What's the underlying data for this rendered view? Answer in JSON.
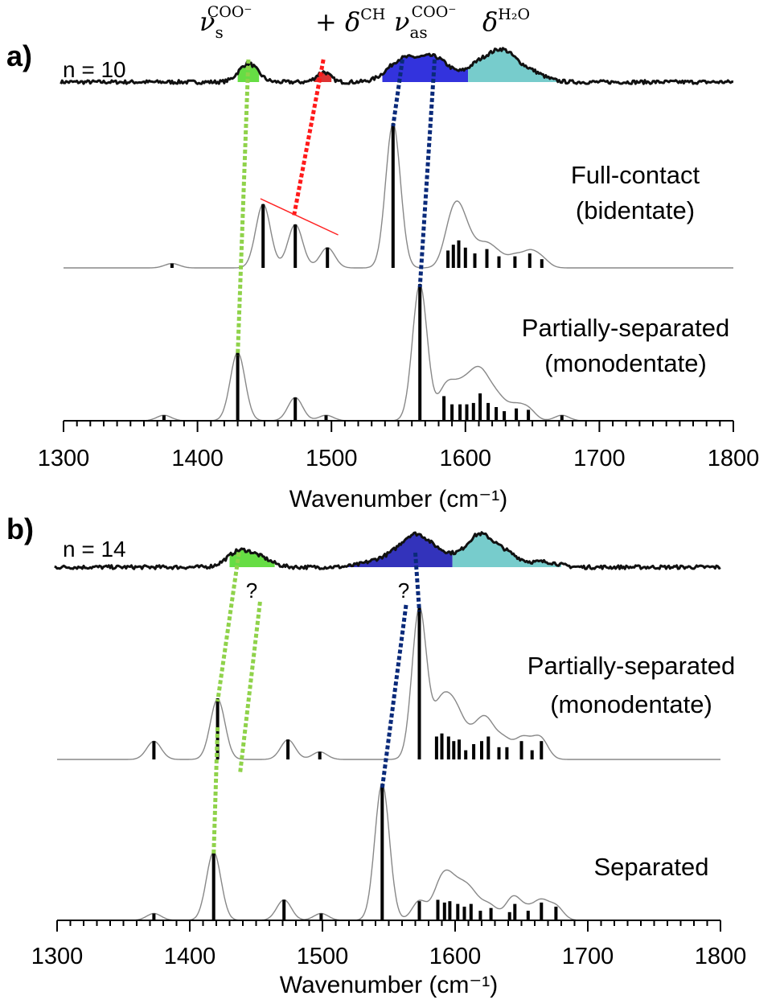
{
  "chart_data": [
    {
      "panel": "a)",
      "type": "line",
      "cluster_label": "n = 10",
      "xlabel": "Wavenumber (cm⁻¹)",
      "xlim": [
        1300,
        1800
      ],
      "xticks": [
        1300,
        1400,
        1500,
        1600,
        1700,
        1800
      ],
      "band_labels": [
        {
          "sym": "ν",
          "sub": "s",
          "sup": "COO⁻",
          "center": 1438
        },
        {
          "sym": "+ δ",
          "sub": "",
          "sup": "CH",
          "center": 1492
        },
        {
          "sym": "ν",
          "sub": "as",
          "sup": "COO⁻",
          "center": 1565
        },
        {
          "sym": "δ",
          "sub": "",
          "sup": "H₂O",
          "center": 1621
        }
      ],
      "experimental": {
        "peaks": [
          {
            "x": 1438,
            "h": 0.55,
            "w": 7
          },
          {
            "x": 1494,
            "h": 0.3,
            "w": 5
          },
          {
            "x": 1553,
            "h": 0.65,
            "w": 11
          },
          {
            "x": 1577,
            "h": 0.7,
            "w": 11
          },
          {
            "x": 1611,
            "h": 0.55,
            "w": 10
          },
          {
            "x": 1628,
            "h": 0.75,
            "w": 9
          },
          {
            "x": 1646,
            "h": 0.35,
            "w": 11
          }
        ],
        "shaded": [
          {
            "from": 1430,
            "to": 1446,
            "color": "#66dd44"
          },
          {
            "from": 1487,
            "to": 1500,
            "color": "#dd3333"
          },
          {
            "from": 1538,
            "to": 1602,
            "color": "#3333dd"
          },
          {
            "from": 1602,
            "to": 1670,
            "color": "#77cccc"
          }
        ]
      },
      "computed": [
        {
          "label_lines": [
            "Full-contact",
            "(bidentate)"
          ],
          "sticks": [
            [
              1381,
              0.03
            ],
            [
              1449,
              0.44
            ],
            [
              1473,
              0.3
            ],
            [
              1497,
              0.14
            ],
            [
              1546,
              1.0
            ],
            [
              1587,
              0.12
            ],
            [
              1591,
              0.16
            ],
            [
              1595,
              0.19
            ],
            [
              1600,
              0.14
            ],
            [
              1607,
              0.1
            ],
            [
              1616,
              0.13
            ],
            [
              1625,
              0.08
            ],
            [
              1637,
              0.08
            ],
            [
              1648,
              0.1
            ],
            [
              1657,
              0.06
            ]
          ]
        },
        {
          "label_lines": [
            "Partially-separated",
            "(monodentate)"
          ],
          "sticks": [
            [
              1375,
              0.04
            ],
            [
              1430,
              0.5
            ],
            [
              1473,
              0.17
            ],
            [
              1496,
              0.04
            ],
            [
              1566,
              1.0
            ],
            [
              1584,
              0.18
            ],
            [
              1590,
              0.12
            ],
            [
              1596,
              0.12
            ],
            [
              1601,
              0.12
            ],
            [
              1606,
              0.13
            ],
            [
              1611,
              0.2
            ],
            [
              1617,
              0.13
            ],
            [
              1623,
              0.1
            ],
            [
              1629,
              0.07
            ],
            [
              1638,
              0.09
            ],
            [
              1647,
              0.08
            ],
            [
              1672,
              0.04
            ]
          ]
        }
      ],
      "correlations": [
        {
          "color": "#8fd24a",
          "from": 1438,
          "to": 1430
        },
        {
          "color": "#ff1a1a",
          "from": 1494,
          "to": 1472
        },
        {
          "color": "#0a2a7a",
          "from": 1553,
          "to": 1546
        },
        {
          "color": "#0a2a7a",
          "from": 1577,
          "to": 1566
        }
      ]
    },
    {
      "panel": "b)",
      "type": "line",
      "cluster_label": "n = 14",
      "xlabel": "Wavenumber (cm⁻¹)",
      "xlim": [
        1300,
        1800
      ],
      "xticks": [
        1300,
        1400,
        1500,
        1600,
        1700,
        1800
      ],
      "question_marks": [
        "?",
        "?"
      ],
      "experimental": {
        "peaks": [
          {
            "x": 1437,
            "h": 0.45,
            "w": 9
          },
          {
            "x": 1453,
            "h": 0.25,
            "w": 9
          },
          {
            "x": 1548,
            "h": 0.25,
            "w": 14
          },
          {
            "x": 1570,
            "h": 0.85,
            "w": 11
          },
          {
            "x": 1592,
            "h": 0.35,
            "w": 12
          },
          {
            "x": 1617,
            "h": 0.75,
            "w": 9
          },
          {
            "x": 1634,
            "h": 0.5,
            "w": 12
          },
          {
            "x": 1668,
            "h": 0.15,
            "w": 10
          }
        ],
        "shaded": [
          {
            "from": 1430,
            "to": 1464,
            "color": "#66dd44"
          },
          {
            "from": 1512,
            "to": 1598,
            "color": "#3333bb"
          },
          {
            "from": 1598,
            "to": 1680,
            "color": "#77cccc"
          }
        ]
      },
      "computed": [
        {
          "label_lines": [
            "Partially-separated",
            "(monodentate)"
          ],
          "sticks": [
            [
              1373,
              0.12
            ],
            [
              1421,
              0.4
            ],
            [
              1474,
              0.13
            ],
            [
              1498,
              0.05
            ],
            [
              1573,
              1.0
            ],
            [
              1586,
              0.15
            ],
            [
              1590,
              0.17
            ],
            [
              1595,
              0.15
            ],
            [
              1599,
              0.12
            ],
            [
              1603,
              0.13
            ],
            [
              1608,
              0.06
            ],
            [
              1614,
              0.1
            ],
            [
              1620,
              0.12
            ],
            [
              1625,
              0.15
            ],
            [
              1633,
              0.08
            ],
            [
              1639,
              0.08
            ],
            [
              1650,
              0.12
            ],
            [
              1658,
              0.06
            ],
            [
              1665,
              0.12
            ]
          ]
        },
        {
          "label_lines": [
            "Separated"
          ],
          "sticks": [
            [
              1373,
              0.05
            ],
            [
              1418,
              0.5
            ],
            [
              1471,
              0.15
            ],
            [
              1499,
              0.05
            ],
            [
              1545,
              1.0
            ],
            [
              1573,
              0.14
            ],
            [
              1587,
              0.15
            ],
            [
              1592,
              0.13
            ],
            [
              1596,
              0.14
            ],
            [
              1602,
              0.12
            ],
            [
              1607,
              0.1
            ],
            [
              1612,
              0.12
            ],
            [
              1619,
              0.07
            ],
            [
              1627,
              0.09
            ],
            [
              1641,
              0.06
            ],
            [
              1645,
              0.12
            ],
            [
              1655,
              0.07
            ],
            [
              1665,
              0.13
            ],
            [
              1676,
              0.1
            ]
          ]
        }
      ],
      "correlations": [
        {
          "color": "#8fd24a",
          "from": 1437,
          "to": 1421
        },
        {
          "color": "#8fd24a",
          "from": 1421,
          "to": 1418
        },
        {
          "color": "#8fd24a",
          "from": 1453,
          "to": 1438
        },
        {
          "color": "#0a2a7a",
          "from": 1570,
          "to": 1573
        },
        {
          "color": "#0a2a7a",
          "from": 1563,
          "to": 1545
        }
      ]
    }
  ]
}
